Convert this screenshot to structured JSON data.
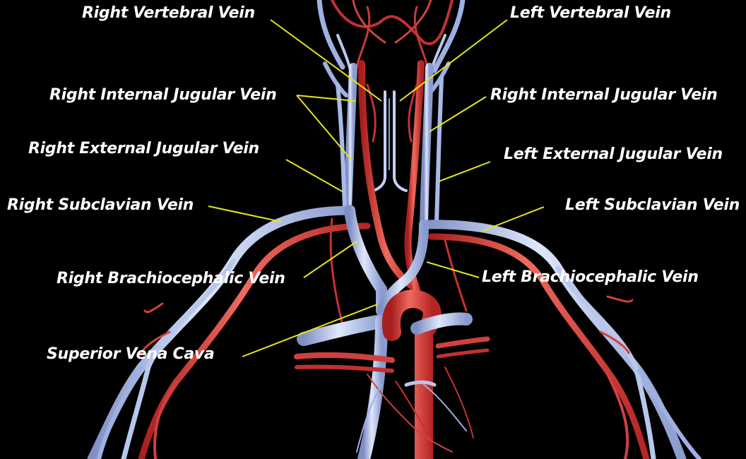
{
  "colors": {
    "background": "#000000",
    "vein": "#b8c8ec",
    "artery": "#d93a3a",
    "leader_line": "#e6e619",
    "label_text": "#ffffff"
  },
  "labels": {
    "right_vertebral_vein": "Right Vertebral Vein",
    "left_vertebral_vein": "Left Vertebral Vein",
    "right_internal_jugular_vein": "Right Internal Jugular Vein",
    "right_internal_jugular_vein_2": "Right Internal Jugular Vein",
    "right_external_jugular_vein": "Right External Jugular Vein",
    "left_external_jugular_vein": "Left External Jugular Vein",
    "right_subclavian_vein": "Right Subclavian Vein",
    "left_subclavian_vein": "Left Subclavian Vein",
    "right_brachiocephalic_vein": "Right Brachiocephalic Vein",
    "left_brachiocephalic_vein": "Left Brachiocephalic Vein",
    "superior_vena_cava": "Superior Vena Cava"
  }
}
